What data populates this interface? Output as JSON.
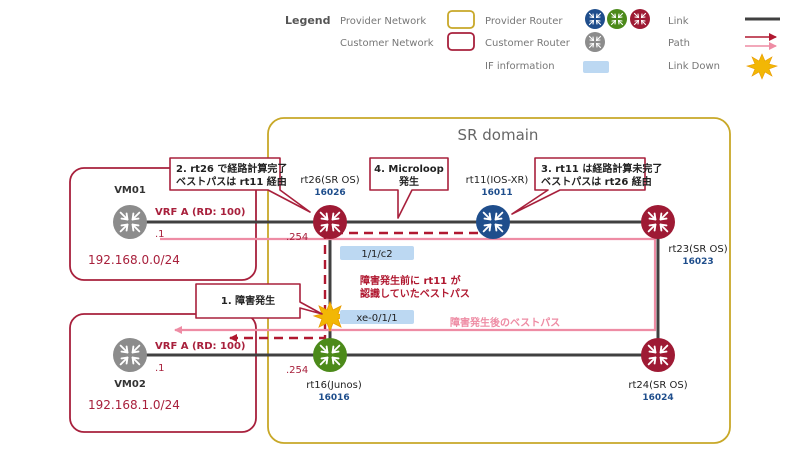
{
  "legend": {
    "title": "Legend",
    "provider_network": "Provider Network",
    "customer_network": "Customer Network",
    "provider_router": "Provider Router",
    "customer_router": "Customer Router",
    "if_information": "IF information",
    "link": "Link",
    "path": "Path",
    "link_down": "Link Down"
  },
  "domain_label": "SR domain",
  "routers": {
    "rt26": {
      "name": "rt26(SR OS)",
      "sid": "16026"
    },
    "rt11": {
      "name": "rt11(IOS-XR)",
      "sid": "16011"
    },
    "rt23": {
      "name": "rt23(SR OS)",
      "sid": "16023"
    },
    "rt24": {
      "name": "rt24(SR OS)",
      "sid": "16024"
    },
    "rt16": {
      "name": "rt16(Junos)",
      "sid": "16016"
    }
  },
  "vms": {
    "vm01": {
      "name": "VM01",
      "vrf": "VRF A (RD: 100)",
      "if": ".1",
      "subnet": "192.168.0.0/24",
      "gw": ".254"
    },
    "vm02": {
      "name": "VM02",
      "vrf": "VRF A (RD: 100)",
      "if": ".1",
      "subnet": "192.168.1.0/24",
      "gw": ".254"
    }
  },
  "interfaces": {
    "rt26_if": "1/1/c2",
    "rt16_if": "xe-0/1/1"
  },
  "callouts": {
    "c1": "1. 障害発生",
    "c2_line1": "2. rt26 で経路計算完了",
    "c2_line2": "ベストパスは rt11 経由",
    "c3_line1": "3. rt11 は経路計算未完了",
    "c3_line2": "ベストパスは rt26 経由",
    "c4_line1": "4. Microloop",
    "c4_line2": "発生"
  },
  "annotations": {
    "pre_failure_line1": "障害発生前に rt11 が",
    "pre_failure_line2": "認識していたベストパス",
    "post_failure": "障害発生後のベストパス"
  },
  "colors": {
    "provider_blue": "#1F4E8C",
    "provider_green": "#4C8A1A",
    "provider_red": "#9E1A34",
    "customer_gray": "#8C8C8C",
    "provider_network": "#C8A828",
    "customer_network": "#A8203C",
    "path_dash": "#B01830",
    "path_pink": "#EE8CA4",
    "if_box": "#BCD8F2"
  }
}
